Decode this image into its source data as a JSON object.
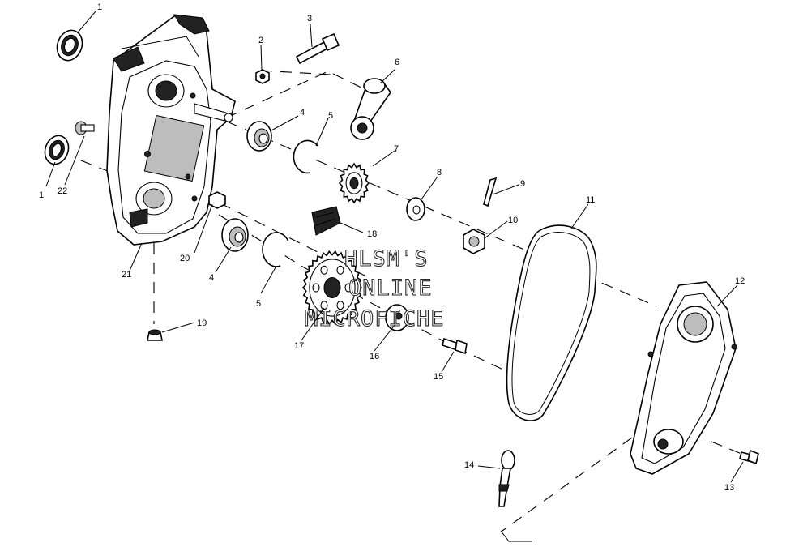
{
  "watermark": {
    "line1": "HLSM'S",
    "line2": "ONLINE",
    "line3": "MICROFICHE"
  },
  "callouts": [
    {
      "id": "c1a",
      "text": "1"
    },
    {
      "id": "c1b",
      "text": "1"
    },
    {
      "id": "c2",
      "text": "2"
    },
    {
      "id": "c3",
      "text": "3"
    },
    {
      "id": "c4a",
      "text": "4"
    },
    {
      "id": "c4b",
      "text": "4"
    },
    {
      "id": "c5a",
      "text": "5"
    },
    {
      "id": "c5b",
      "text": "5"
    },
    {
      "id": "c6",
      "text": "6"
    },
    {
      "id": "c7",
      "text": "7"
    },
    {
      "id": "c8",
      "text": "8"
    },
    {
      "id": "c9",
      "text": "9"
    },
    {
      "id": "c10",
      "text": "10"
    },
    {
      "id": "c11",
      "text": "11"
    },
    {
      "id": "c12",
      "text": "12"
    },
    {
      "id": "c13",
      "text": "13"
    },
    {
      "id": "c14",
      "text": "14"
    },
    {
      "id": "c15",
      "text": "15"
    },
    {
      "id": "c16",
      "text": "16"
    },
    {
      "id": "c17",
      "text": "17"
    },
    {
      "id": "c18",
      "text": "18"
    },
    {
      "id": "c19",
      "text": "19"
    },
    {
      "id": "c20",
      "text": "20"
    },
    {
      "id": "c21",
      "text": "21"
    },
    {
      "id": "c22",
      "text": "22"
    }
  ]
}
